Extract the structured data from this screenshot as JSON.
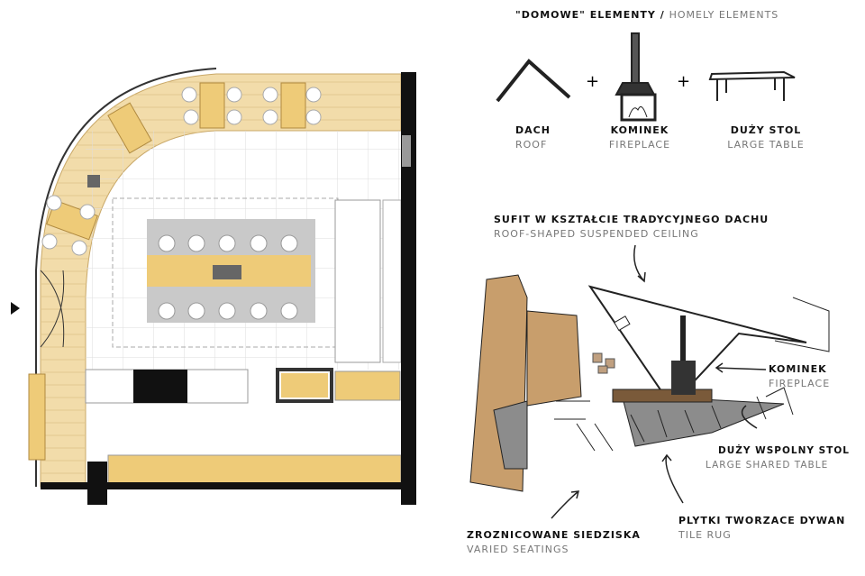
{
  "header": {
    "title_pl": "\"Domowe\" elementy",
    "separator": "/",
    "title_en": "Homely elements"
  },
  "elements": [
    {
      "pl": "Dach",
      "en": "Roof"
    },
    {
      "pl": "Kominek",
      "en": "Fireplace"
    },
    {
      "pl": "Duży stol",
      "en": "Large table"
    }
  ],
  "plus": "+",
  "annotations": {
    "ceiling": {
      "pl": "Sufit w kształcie tradycyjnego dachu",
      "en": "Roof-shaped suspended ceiling"
    },
    "fireplace": {
      "pl": "Kominek",
      "en": "Fireplace"
    },
    "table": {
      "pl": "Duży wspolny stol",
      "en": "Large shared table"
    },
    "rug": {
      "pl": "Plytki tworzace dywan",
      "en": "Tile rug"
    },
    "seating": {
      "pl": "Zroznicowane siedziska",
      "en": "Varied seatings"
    }
  },
  "colors": {
    "wood": "#f2dcaa",
    "table": "#eecb78",
    "rug": "#c9c9c9",
    "wall": "#111111",
    "label_en": "#777777"
  }
}
